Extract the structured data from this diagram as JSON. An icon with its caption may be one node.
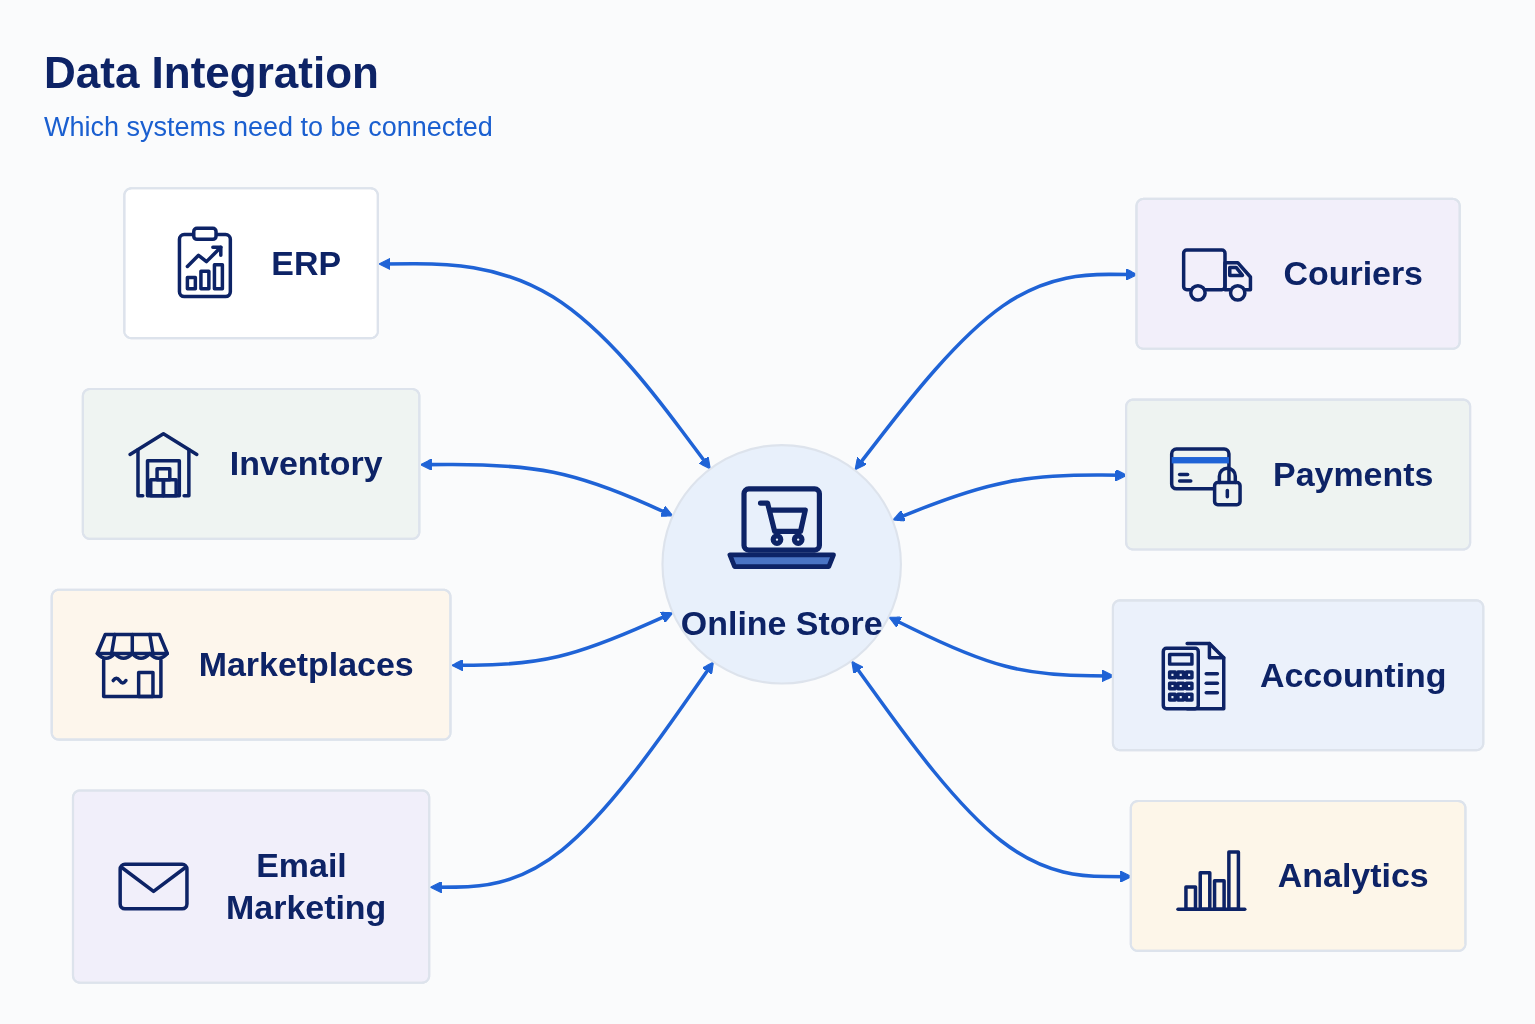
{
  "diagram": {
    "title": "Data Integration",
    "nodes": [
      {
        "text": [
          "ERP"
        ]
      },
      {
        "text": [
          "Inventory"
        ]
      },
      {
        "text": [
          "Couriers"
        ]
      },
      {
        "text": [
          "Marketplaces"
        ]
      },
      {
        "text": [
          "Online Store"
        ]
      },
      {
        "text": [
          "Payments"
        ]
      },
      {
        "text": [
          "Email Marketing"
        ]
      },
      {
        "text": [
          "Accounting"
        ]
      },
      {
        "text": [
          "Analytics"
        ]
      }
    ],
    "edges": [
      {
        "from": 0,
        "to": 4,
        "arrow": "both"
      },
      {
        "from": 1,
        "to": 4,
        "arrow": "both"
      },
      {
        "from": 4,
        "to": 2,
        "arrow": "both"
      },
      {
        "from": 3,
        "to": 4,
        "arrow": "both"
      },
      {
        "from": 4,
        "to": 5,
        "arrow": "both"
      },
      {
        "from": 6,
        "to": 4,
        "arrow": "both"
      },
      {
        "from": 4,
        "to": 7,
        "arrow": "both"
      },
      {
        "from": 4,
        "to": 8,
        "arrow": "both"
      }
    ],
    "labels": [
      "Which systems need to be connected"
    ]
  }
}
